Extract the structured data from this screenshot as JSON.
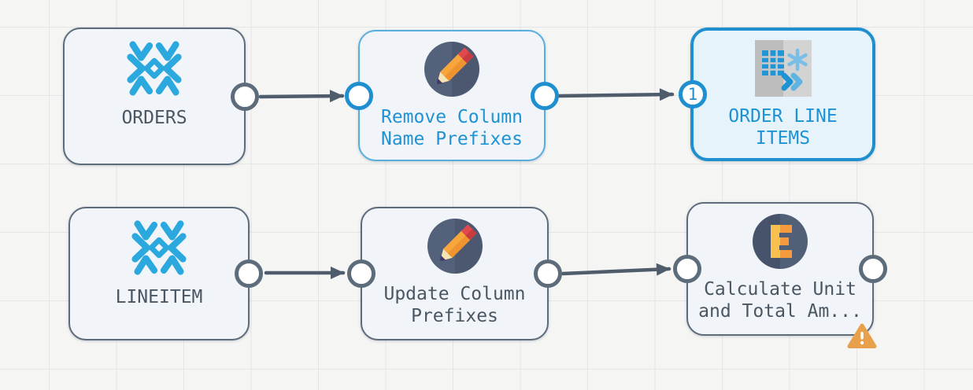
{
  "app": {
    "view": "pipeline-flow-canvas"
  },
  "colors": {
    "canvas_bg": "#F5F5F4",
    "grid_line": "#E5E5E6",
    "node_bg": "#F1F4F8",
    "node_border": "#5D6C7B",
    "selected_border": "#1F8FD0",
    "selected_bg": "#E7F3FB",
    "highlighted_border": "#58AEDC",
    "label_gray": "#4A5763",
    "label_blue": "#1E93D4",
    "edge": "#4E5C6B",
    "snowflake_blue": "#2BA9DF",
    "warning_orange": "#E8A04B"
  },
  "nodes": [
    {
      "id": "orders",
      "label": "ORDERS",
      "icon": "snowflake-icon",
      "state": "default"
    },
    {
      "id": "remove-column-name-prefixes",
      "label": "Remove Column Name Prefixes",
      "icon": "pencil-edit-icon",
      "state": "highlighted"
    },
    {
      "id": "order-line-items",
      "label": "ORDER LINE ITEMS",
      "icon": "table-snowflake-output-icon",
      "state": "selected",
      "input_badge": "1"
    },
    {
      "id": "lineitem",
      "label": "LINEITEM",
      "icon": "snowflake-icon",
      "state": "default"
    },
    {
      "id": "update-column-prefixes",
      "label": "Update Column Prefixes",
      "icon": "pencil-edit-icon",
      "state": "default"
    },
    {
      "id": "calculate-unit-and-total-amount",
      "label": "Calculate Unit and Total Am...",
      "icon": "expression-e-icon",
      "state": "default",
      "has_warning": true
    }
  ],
  "edges": [
    {
      "from": "orders",
      "to": "remove-column-name-prefixes"
    },
    {
      "from": "remove-column-name-prefixes",
      "to": "order-line-items"
    },
    {
      "from": "lineitem",
      "to": "update-column-prefixes"
    },
    {
      "from": "update-column-prefixes",
      "to": "calculate-unit-and-total-amount"
    }
  ]
}
